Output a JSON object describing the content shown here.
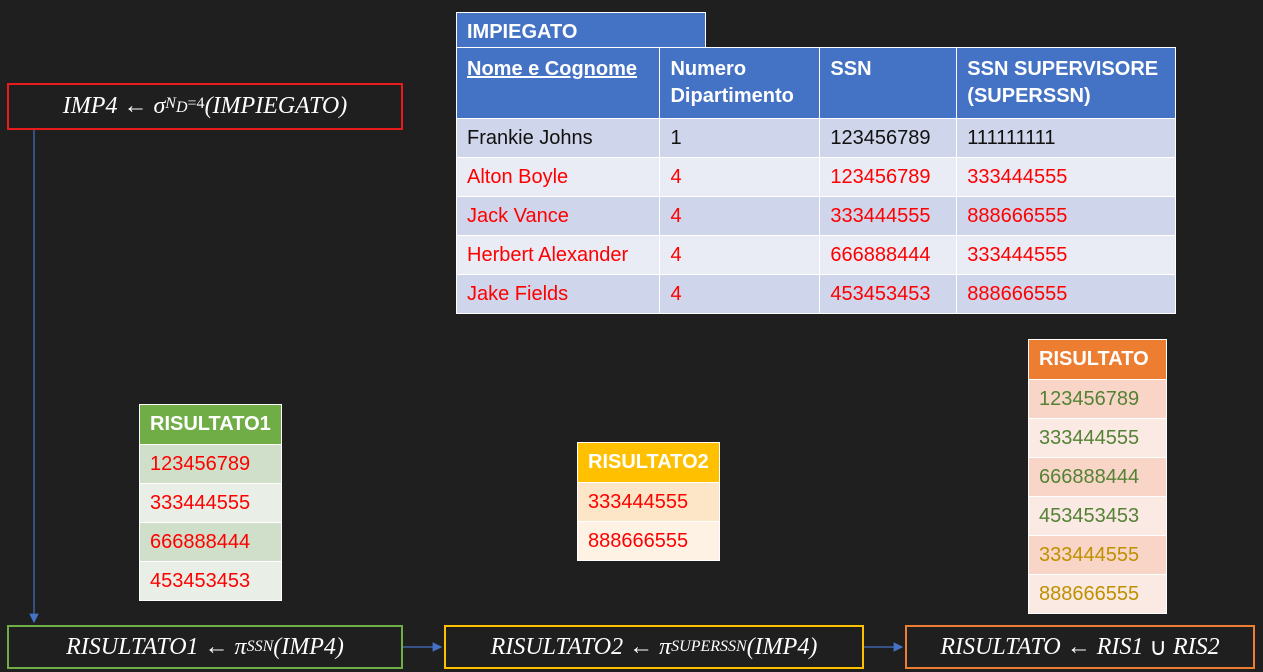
{
  "formulas": {
    "imp4": {
      "lhs": "IMP4",
      "arrow": "←",
      "op": "σ",
      "sub_main": "N",
      "sub_sub": "D",
      "sub_cond": "=4",
      "arg": "(IMPIEGATO)"
    },
    "ris1": {
      "lhs": "RISULTATO1",
      "arrow": "←",
      "op": "π",
      "sub": "SSN",
      "arg": "(IMP4)"
    },
    "ris2": {
      "lhs": "RISULTATO2",
      "arrow": "←",
      "op": "π",
      "sub": "SUPERSSN",
      "arg": "(IMP4)"
    },
    "ris": {
      "lhs": "RISULTATO",
      "arrow": "←",
      "lhs2": "RIS1",
      "union": "∪",
      "rhs": "RIS2"
    }
  },
  "impiegato": {
    "title": "IMPIEGATO",
    "headers": [
      "Nome e Cognome",
      "Numero Dipartimento",
      "SSN",
      "SSN SUPERVISORE (SUPERSSN)"
    ],
    "rows": [
      [
        "Frankie Johns",
        "1",
        "123456789",
        "111111111"
      ],
      [
        "Alton Boyle",
        "4",
        "123456789",
        "333444555"
      ],
      [
        "Jack Vance",
        "4",
        "333444555",
        "888666555"
      ],
      [
        "Herbert Alexander",
        "4",
        "666888444",
        "333444555"
      ],
      [
        "Jake Fields",
        "4",
        "453453453",
        "888666555"
      ]
    ]
  },
  "risultato1": {
    "title": "RISULTATO1",
    "values": [
      "123456789",
      "333444555",
      "666888444",
      "453453453"
    ]
  },
  "risultato2": {
    "title": "RISULTATO2",
    "values": [
      "333444555",
      "888666555"
    ]
  },
  "risultato": {
    "title": "RISULTATO",
    "values": [
      "123456789",
      "333444555",
      "666888444",
      "453453453",
      "333444555",
      "888666555"
    ]
  },
  "colors": {
    "background": "#1f1f1f",
    "blue": "#4472c4",
    "red": "#ff0000",
    "green": "#70ad47",
    "gold": "#ffc000",
    "orange": "#ed7d31",
    "green_text": "#548235",
    "gold_text": "#bf9000"
  }
}
